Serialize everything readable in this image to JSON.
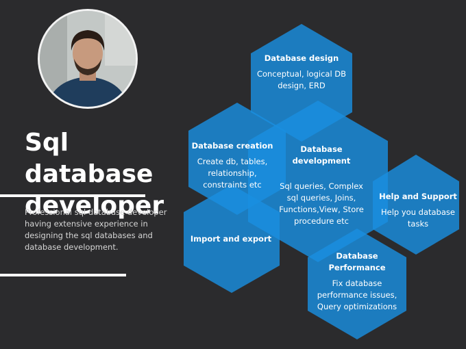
{
  "headline": "Sql database developer",
  "description": "Professional sql database developer having extensive experience in designing the sql databases and database development.",
  "colors": {
    "background": "#2b2b2d",
    "hexagon": "#1a8fdf",
    "text": "#ffffff"
  },
  "services": [
    {
      "title": "Database design",
      "body": "Conceptual, logical DB design, ERD"
    },
    {
      "title": "Database creation",
      "body": "Create db, tables, relationship, constraints etc"
    },
    {
      "title": "Database development",
      "body": "Sql queries, Complex sql queries, Joins, Functions,View, Store procedure etc"
    },
    {
      "title": "Help and Support",
      "body": "Help you database tasks"
    },
    {
      "title": "Import and export",
      "body": ""
    },
    {
      "title": "Database Performance",
      "body": "Fix database performance issues, Query optimizations"
    }
  ]
}
